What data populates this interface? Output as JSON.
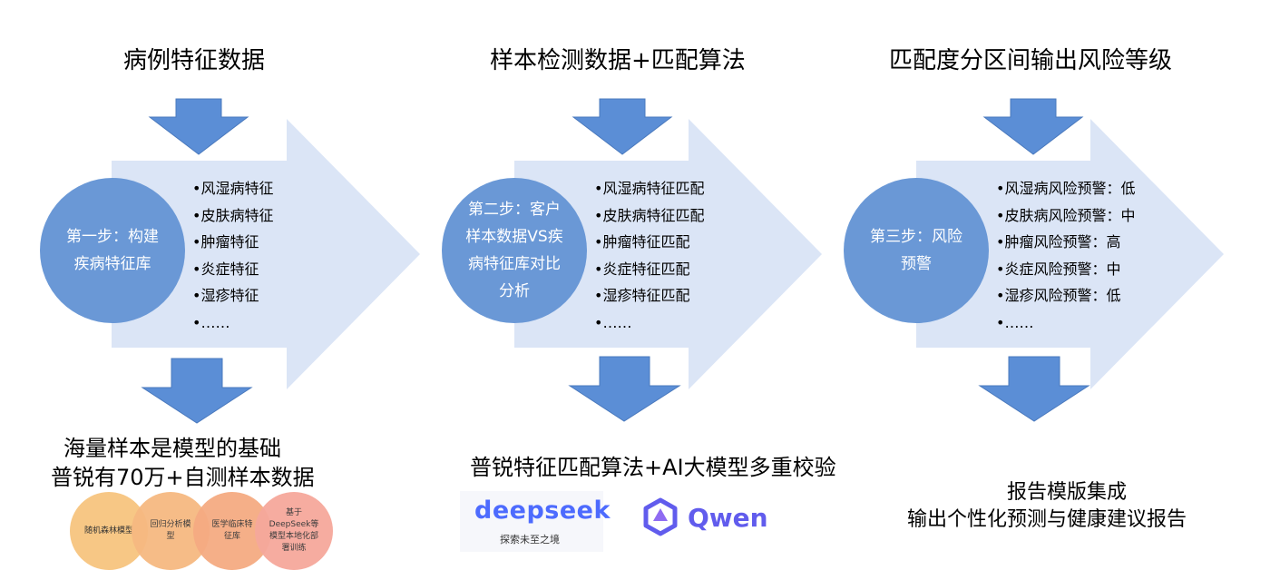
{
  "columns": [
    {
      "title": "病例特征数据",
      "circle_label": "第一步：构建疾病特征库",
      "items": [
        "•风湿病特征",
        "•皮肤病特征",
        "•肿瘤特征",
        "•炎症特征",
        "•湿疹特征",
        "•……"
      ]
    },
    {
      "title": "样本检测数据+匹配算法",
      "circle_label": "第二步：客户样本数据VS疾病特征库对比分析",
      "items": [
        "•风湿病特征匹配",
        "•皮肤病特征匹配",
        "•肿瘤特征匹配",
        "•炎症特征匹配",
        "•湿疹特征匹配",
        "•……"
      ]
    },
    {
      "title": "匹配度分区间输出风险等级",
      "circle_label": "第三步：风险预警",
      "items": [
        "•风湿病风险预警：低",
        "•皮肤病风险预警：中",
        "•肿瘤风险预警：高",
        "•炎症风险预警：中",
        "•湿疹风险预警：低",
        "•……"
      ]
    }
  ],
  "bottom_left": {
    "line1": "海量样本是模型的基础",
    "line2": "普锐有70万+自测样本数据",
    "bubbles": [
      "随机森林模型",
      "回归分析模型",
      "医学临床特征库",
      "基于DeepSeek等模型本地化部署训练"
    ]
  },
  "bottom_middle": {
    "title": "普锐特征匹配算法+AI大模型多重校验",
    "deepseek_logo": "deepseek",
    "deepseek_slogan": "探索未至之境",
    "qwen_logo": "Qwen"
  },
  "bottom_right": {
    "line1": "报告模版集成",
    "line2": "输出个性化预测与健康建议报告"
  },
  "colors": {
    "big_arrow": "#dbe5f6",
    "down_arrow": "#5b8ed6",
    "circle": "#6a98d6",
    "deepseek": "#4d6bfe",
    "qwen": "#615ced"
  }
}
